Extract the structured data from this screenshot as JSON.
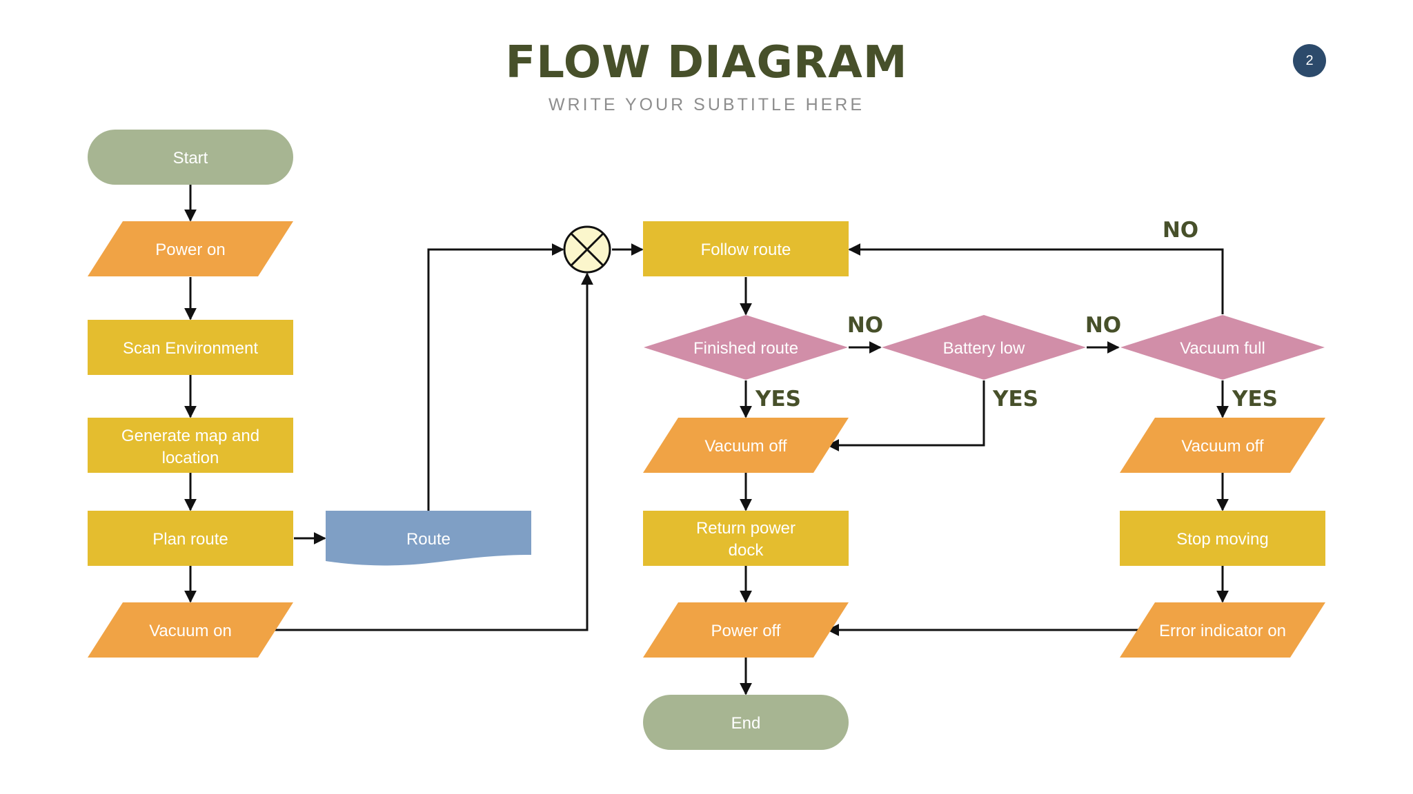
{
  "header": {
    "title": "FLOW DIAGRAM",
    "subtitle": "WRITE YOUR SUBTITLE HERE",
    "page_number": "2"
  },
  "colors": {
    "terminal": "#a7b592",
    "io": "#f0a345",
    "process": "#e4bd2f",
    "decision": "#d18ea8",
    "document": "#7f9fc5",
    "junction": "#fbf6cc",
    "text_dark": "#47502a"
  },
  "nodes": {
    "start": "Start",
    "power_on": "Power on",
    "scan_environment": "Scan Environment",
    "generate_map_line1": "Generate map and",
    "generate_map_line2": "location",
    "plan_route": "Plan route",
    "route_doc": "Route",
    "vacuum_on": "Vacuum on",
    "follow_route": "Follow route",
    "finished_route": "Finished route",
    "battery_low": "Battery low",
    "vacuum_full": "Vacuum full",
    "vacuum_off_left": "Vacuum off",
    "vacuum_off_right": "Vacuum off",
    "return_dock_line1": "Return power",
    "return_dock_line2": "dock",
    "stop_moving": "Stop moving",
    "power_off": "Power off",
    "error_indicator_on": "Error indicator on",
    "end": "End"
  },
  "branch_labels": {
    "finished_no": "NO",
    "battery_no": "NO",
    "vacuum_full_no": "NO",
    "finished_yes": "YES",
    "battery_yes": "YES",
    "vacuum_full_yes": "YES"
  }
}
